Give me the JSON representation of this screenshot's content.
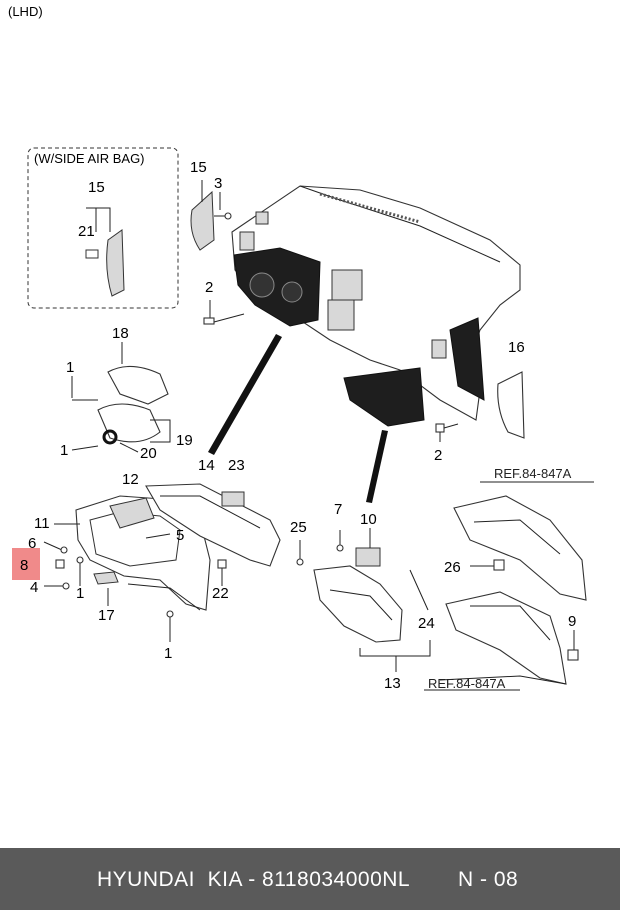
{
  "header": {
    "variant_label": "(LHD)"
  },
  "inset": {
    "title": "(W/SIDE AIR BAG)",
    "parts": [
      "15",
      "21"
    ]
  },
  "callouts": [
    "15",
    "3",
    "2",
    "18",
    "1",
    "1",
    "20",
    "19",
    "12",
    "14",
    "23",
    "11",
    "6",
    "8",
    "4",
    "5",
    "1",
    "17",
    "1",
    "22",
    "25",
    "7",
    "10",
    "24",
    "13",
    "16",
    "2",
    "26",
    "9"
  ],
  "refs": {
    "upper": "REF.84-847A",
    "lower": "REF.84-847A"
  },
  "highlight": {
    "part": "8",
    "color": "#f08a8a"
  },
  "footer": {
    "brand": "HYUNDAI  KIA - 8118034000NL",
    "page": "N - 08",
    "background": "#5a5a5a"
  }
}
